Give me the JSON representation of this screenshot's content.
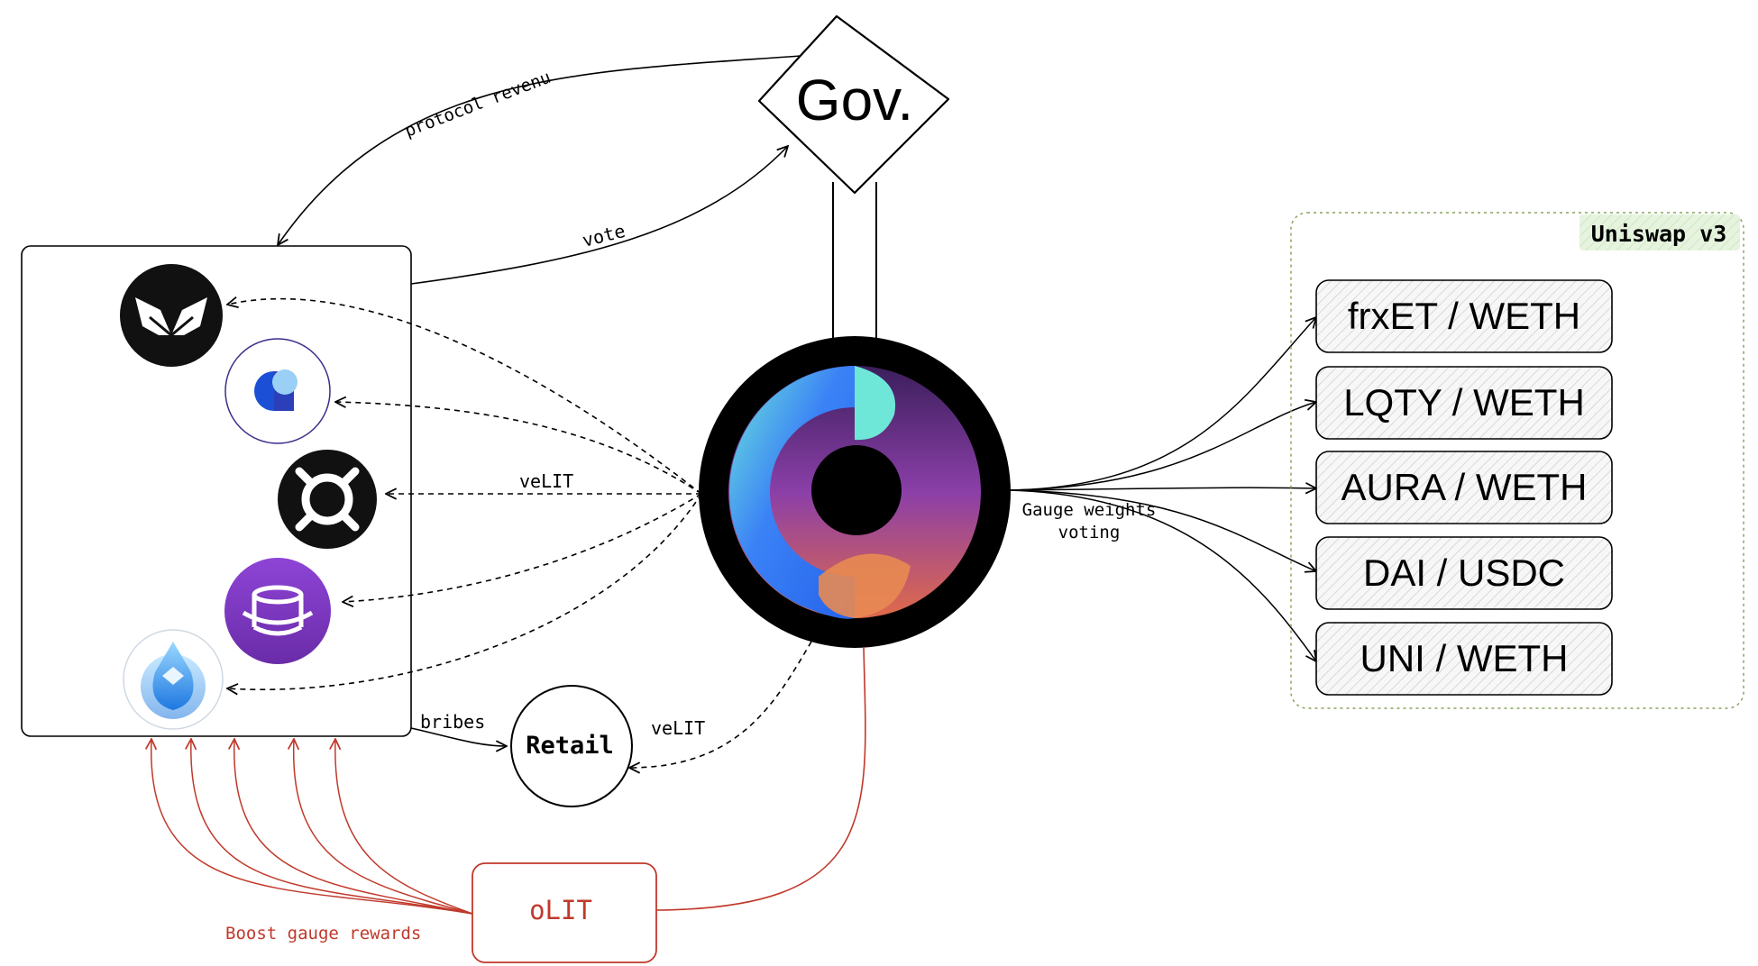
{
  "gov": {
    "label": "Gov."
  },
  "edges": {
    "protocol_revenue": "protocol revenu",
    "vote": "vote",
    "velit_left": "veLIT",
    "velit_retail": "veLIT",
    "bribes": "bribes",
    "gauge_line1": "Gauge weights",
    "gauge_line2": "voting",
    "boost": "Boost gauge rewards"
  },
  "retail": {
    "label": "Retail"
  },
  "olit": {
    "label": "oLIT"
  },
  "uniswap": {
    "title": "Uniswap v3",
    "pools": [
      "frxET / WETH",
      "LQTY / WETH",
      "AURA / WETH",
      "DAI / USDC",
      "UNI / WETH"
    ]
  },
  "protocols": [
    "butterfly-logo-icon",
    "chat-bubble-logo-icon",
    "frax-logo-icon",
    "stacked-rings-logo-icon",
    "water-drop-logo-icon"
  ],
  "colors": {
    "red": "#c0392b",
    "uniswap_border": "#8aa35a",
    "uniswap_tag": "#e3f2dc"
  }
}
